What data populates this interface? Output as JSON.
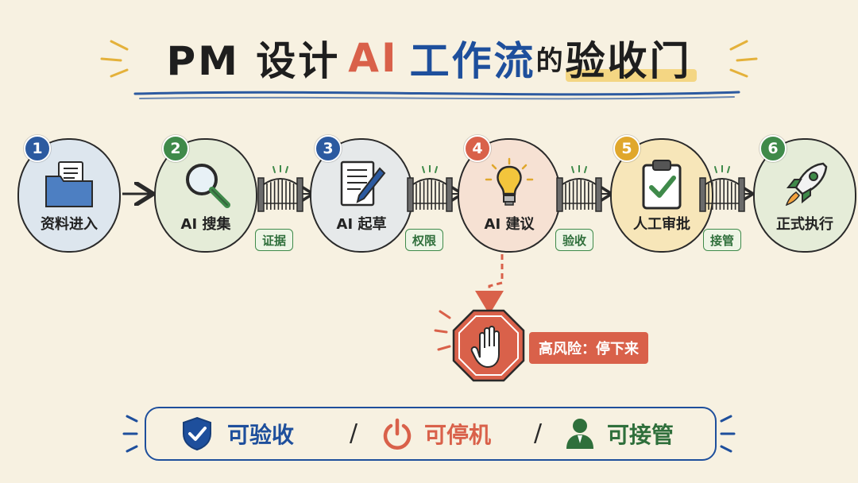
{
  "title": {
    "part_pm": "PM 设计",
    "part_ai": "AI",
    "part_flow": "工作流",
    "part_de": "的",
    "part_gate": "验收门"
  },
  "steps": [
    {
      "number": "1",
      "label": "资料进入",
      "color": "#2c5aa0",
      "fill": "#dde6ee",
      "icon": "folder-icon"
    },
    {
      "number": "2",
      "label": "AI 搜集",
      "color": "#3f8a4a",
      "fill": "#e5ecd8",
      "icon": "magnifier-icon"
    },
    {
      "number": "3",
      "label": "AI 起草",
      "color": "#2c5aa0",
      "fill": "#e6e9ea",
      "icon": "document-pen-icon"
    },
    {
      "number": "4",
      "label": "AI 建议",
      "color": "#d9614a",
      "fill": "#f6e1d3",
      "icon": "lightbulb-icon"
    },
    {
      "number": "5",
      "label": "人工审批",
      "color": "#e0a72c",
      "fill": "#f7e6b9",
      "icon": "clipboard-check-icon"
    },
    {
      "number": "6",
      "label": "正式执行",
      "color": "#3f8a4a",
      "fill": "#e5ecd8",
      "icon": "rocket-icon"
    }
  ],
  "gates": [
    {
      "label": "证据"
    },
    {
      "label": "权限"
    },
    {
      "label": "验收"
    },
    {
      "label": "接管"
    }
  ],
  "stop": {
    "label": "高风险：停下来",
    "color": "#d9614a",
    "icon": "stop-hand-icon"
  },
  "principles": [
    {
      "label": "可验收",
      "color": "#1e4f9c",
      "icon": "shield-check-icon"
    },
    {
      "label": "可停机",
      "color": "#d9614a",
      "icon": "power-icon"
    },
    {
      "label": "可接管",
      "color": "#2f6f3b",
      "icon": "person-icon"
    }
  ],
  "principle_separator": "/"
}
